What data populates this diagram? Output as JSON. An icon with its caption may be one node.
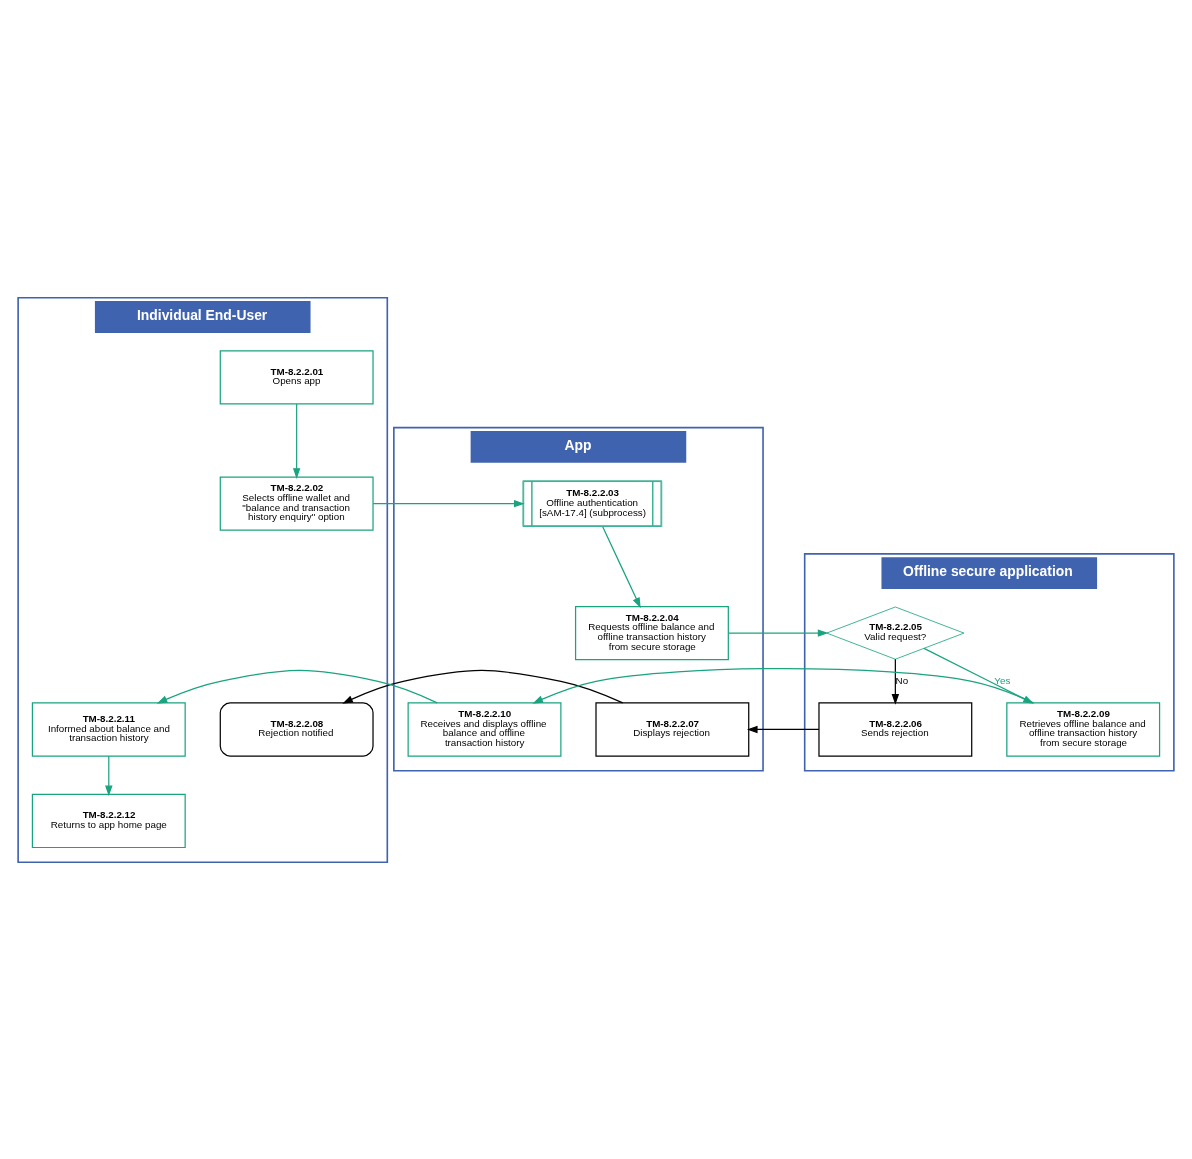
{
  "diagram": {
    "nodes": [
      {
        "text": [
          "Individual End-User"
        ]
      },
      {
        "text": [
          "App"
        ]
      },
      {
        "text": [
          "Offline secure application"
        ]
      },
      {
        "text": [
          "TM-8.2.2.01",
          "Opens app"
        ],
        "in": 0
      },
      {
        "text": [
          "TM-8.2.2.02",
          "Selects offline wallet and \"balance and transaction history enquiry\" option"
        ],
        "in": 0
      },
      {
        "text": [
          "TM-8.2.2.03",
          "Offline authentication [sAM-17.4] (subprocess)"
        ],
        "in": 1
      },
      {
        "text": [
          "TM-8.2.2.04",
          "Requests offline balance and offline transaction history from secure storage"
        ],
        "in": 1
      },
      {
        "text": [
          "TM-8.2.2.05",
          "Valid request?"
        ],
        "in": 2
      },
      {
        "text": [
          "TM-8.2.2.06",
          "Sends rejection"
        ],
        "in": 2
      },
      {
        "text": [
          "TM-8.2.2.07",
          "Displays rejection"
        ],
        "in": 1
      },
      {
        "text": [
          "TM-8.2.2.08",
          "Rejection notified"
        ],
        "in": 0
      },
      {
        "text": [
          "TM-8.2.2.09",
          "Retrieves offline balance and offline transaction history from secure storage"
        ],
        "in": 2
      },
      {
        "text": [
          "TM-8.2.2.10",
          "Receives and displays offline balance and offline transaction history"
        ],
        "in": 1
      },
      {
        "text": [
          "TM-8.2.2.11",
          "Informed about balance and transaction history"
        ],
        "in": 0
      },
      {
        "text": [
          "TM-8.2.2.12",
          "Returns to app home page"
        ],
        "in": 0
      }
    ],
    "edges": [
      {
        "from": 3,
        "to": 4,
        "arrow": "to"
      },
      {
        "from": 4,
        "to": 5,
        "arrow": "to"
      },
      {
        "from": 5,
        "to": 6,
        "arrow": "to"
      },
      {
        "from": 6,
        "to": 7,
        "arrow": "to"
      },
      {
        "from": 7,
        "to": 8,
        "arrow": "to",
        "label": "No",
        "color": "#000000"
      },
      {
        "from": 8,
        "to": 9,
        "arrow": "to",
        "color": "#000000"
      },
      {
        "from": 9,
        "to": 10,
        "arrow": "to",
        "color": "#000000"
      },
      {
        "from": 7,
        "to": 11,
        "arrow": "to",
        "label": "Yes"
      },
      {
        "from": 11,
        "to": 12,
        "arrow": "to"
      },
      {
        "from": 12,
        "to": 13,
        "arrow": "to"
      },
      {
        "from": 13,
        "to": 14,
        "arrow": "to"
      }
    ]
  }
}
